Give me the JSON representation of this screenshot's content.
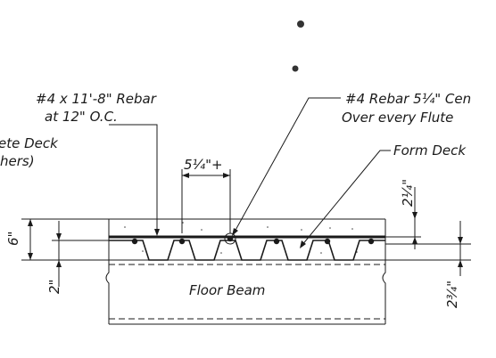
{
  "labels": {
    "rebar_top": "#4 x 11'-8\" Rebar",
    "rebar_spacing": "at 12\" O.C.",
    "deck_left_1": "ete Deck",
    "deck_left_2": "hers)",
    "rebar_flute_1": "#4 Rebar 5¼\" Cen",
    "rebar_flute_2": "Over every Flute",
    "form_deck": "Form Deck",
    "floor_beam": "Floor Beam"
  },
  "dimensions": {
    "slab_depth": "6\"",
    "deck_height": "2\"",
    "rebar_spacing_dim": "5¼\"+",
    "top_cover": "2¼\"",
    "beam_dim": "2¾\""
  }
}
